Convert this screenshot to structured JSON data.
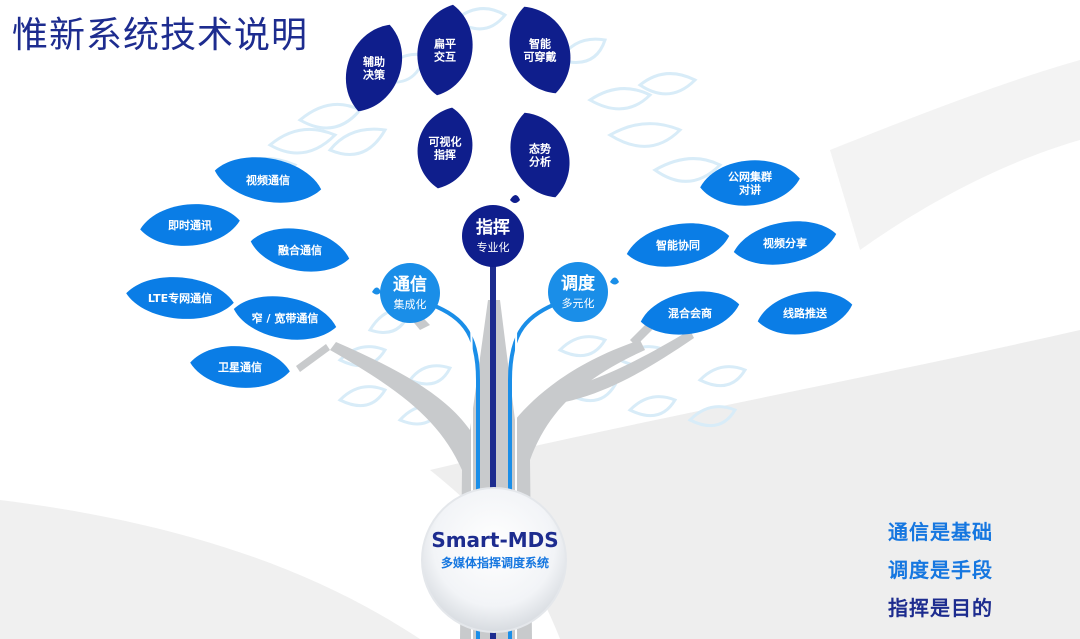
{
  "title": "惟新系统技术说明",
  "core": {
    "name": "Smart-MDS",
    "subtitle": "多媒体指挥调度系统"
  },
  "branches": {
    "command": {
      "title": "指挥",
      "sub": "专业化"
    },
    "comm": {
      "title": "通信",
      "sub": "集成化"
    },
    "dispatch": {
      "title": "调度",
      "sub": "多元化"
    }
  },
  "leaves": {
    "command": [
      [
        "辅助",
        "决策"
      ],
      [
        "扁平",
        "交互"
      ],
      [
        "智能",
        "可穿戴"
      ],
      [
        "可视化",
        "指挥"
      ],
      [
        "态势",
        "分析"
      ]
    ],
    "comm": [
      "视频通信",
      "即时通讯",
      "融合通信",
      "LTE专网通信",
      "窄 / 宽带通信",
      "卫星通信"
    ],
    "dispatch": [
      [
        "公网集群",
        "对讲"
      ],
      [
        "智能协同"
      ],
      [
        "视频分享"
      ],
      [
        "混合会商"
      ],
      [
        "线路推送"
      ]
    ]
  },
  "slogans": [
    {
      "text": "通信是基础",
      "color": "#1677e0"
    },
    {
      "text": "调度是手段",
      "color": "#1677e0"
    },
    {
      "text": "指挥是目的",
      "color": "#1d2c8f"
    }
  ],
  "colors": {
    "navy": "#0f1e8c",
    "blue": "#0a7de6",
    "title": "#1d2c8f",
    "trunk": "#c8cacc",
    "outline": "#d8ecf8"
  }
}
